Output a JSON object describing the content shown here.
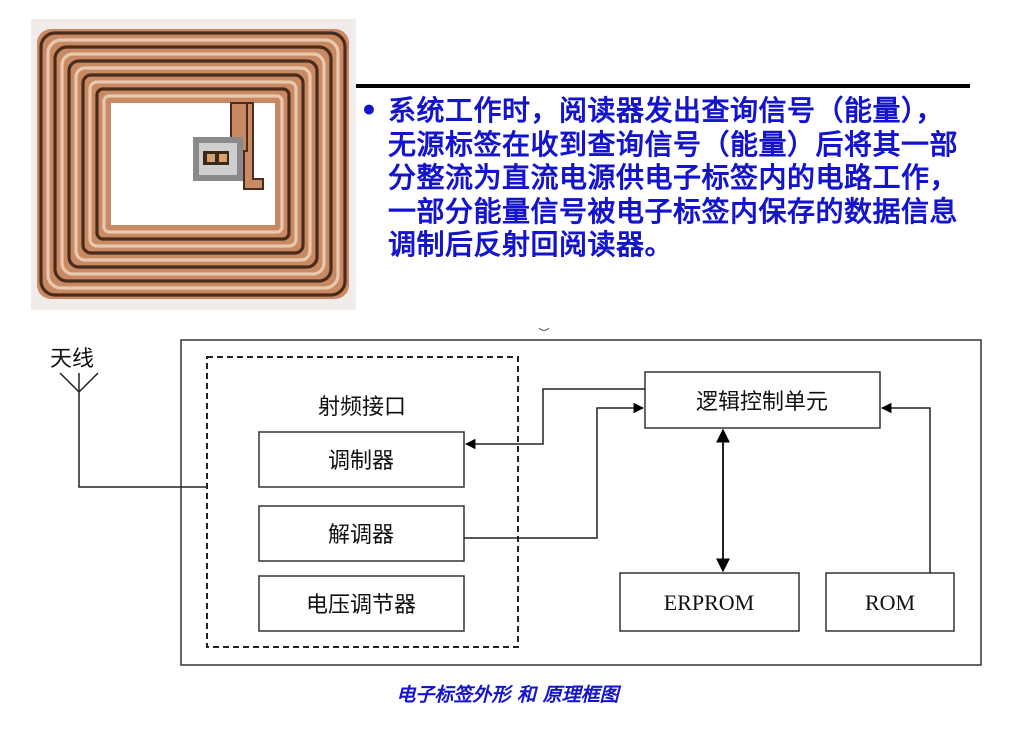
{
  "bullet": {
    "marker": "•",
    "text": "系统工作时，阅读器发出查询信号（能量），无源标签在收到查询信号（能量）后将其一部分整流为直流电源供电子标签内的电路工作，一部分能量信号被电子标签内保存的数据信息调制后反射回阅读器。"
  },
  "diagram": {
    "antenna_label": "天线",
    "rf_interface_label": "射频接口",
    "modulator_label": "调制器",
    "demodulator_label": "解调器",
    "voltage_regulator_label": "电压调节器",
    "logic_control_label": "逻辑控制单元",
    "erprom_label": "ERPROM",
    "rom_label": "ROM"
  },
  "caption": "电子标签外形 和 原理框图",
  "colors": {
    "accent_text": "#1414cc",
    "coil": "#b8643a"
  }
}
